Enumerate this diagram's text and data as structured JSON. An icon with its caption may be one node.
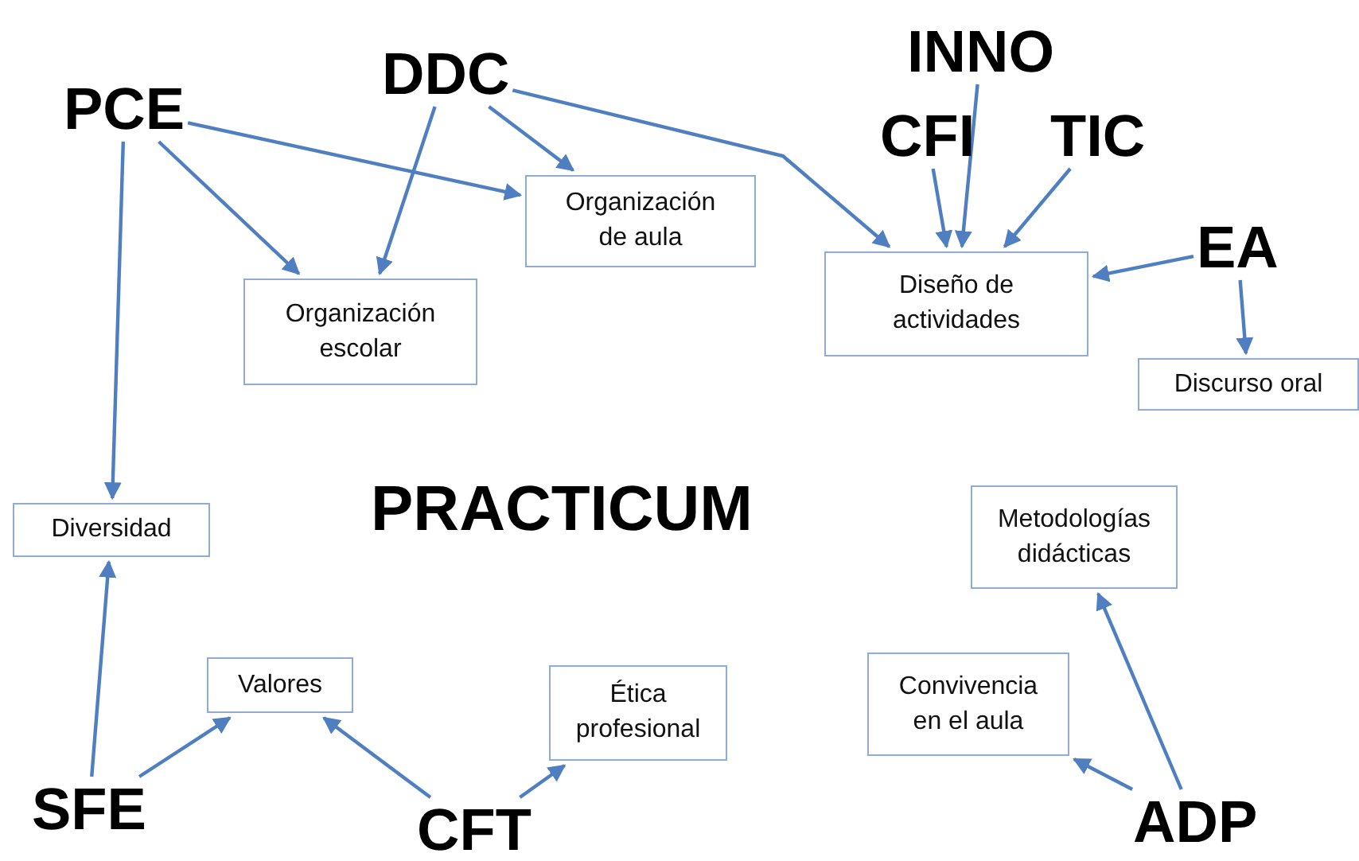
{
  "diagram": {
    "nodes": [
      {
        "text": [
          "PCE"
        ]
      },
      {
        "text": [
          "DDC"
        ]
      },
      {
        "text": [
          "INNO"
        ]
      },
      {
        "text": [
          "CFI"
        ]
      },
      {
        "text": [
          "TIC"
        ]
      },
      {
        "text": [
          "Organización de aula"
        ]
      },
      {
        "text": [
          "EA"
        ]
      },
      {
        "text": [
          "Organización escolar"
        ]
      },
      {
        "text": [
          "Diseño de actividades"
        ]
      },
      {
        "text": [
          "Discurso oral"
        ]
      },
      {
        "text": [
          "Diversidad"
        ]
      },
      {
        "text": [
          "Metodologías didácticas"
        ]
      },
      {
        "text": [
          "Valores"
        ]
      },
      {
        "text": [
          "Ética profesional"
        ]
      },
      {
        "text": [
          "Convivencia en el aula"
        ]
      },
      {
        "text": [
          "SFE"
        ]
      },
      {
        "text": [
          "CFT"
        ]
      },
      {
        "text": [
          "ADP"
        ]
      }
    ],
    "edges": [
      {
        "from": 0,
        "to": 5,
        "arrow": "to"
      },
      {
        "from": 0,
        "to": 7,
        "arrow": "to"
      },
      {
        "from": 0,
        "to": 10,
        "arrow": "to"
      },
      {
        "from": 1,
        "to": 5,
        "arrow": "to"
      },
      {
        "from": 1,
        "to": 7,
        "arrow": "to"
      },
      {
        "from": 1,
        "to": 8,
        "arrow": "to"
      },
      {
        "from": 3,
        "to": 8,
        "arrow": "to"
      },
      {
        "from": 2,
        "to": 8,
        "arrow": "to"
      },
      {
        "from": 4,
        "to": 8,
        "arrow": "to"
      },
      {
        "from": 6,
        "to": 8,
        "arrow": "to"
      },
      {
        "from": 6,
        "to": 9,
        "arrow": "to"
      },
      {
        "from": 15,
        "to": 10,
        "arrow": "to"
      },
      {
        "from": 15,
        "to": 12,
        "arrow": "to"
      },
      {
        "from": 16,
        "to": 12,
        "arrow": "to"
      },
      {
        "from": 16,
        "to": 13,
        "arrow": "to"
      },
      {
        "from": 17,
        "to": 14,
        "arrow": "to"
      },
      {
        "from": 17,
        "to": 11,
        "arrow": "to"
      }
    ],
    "labels": [
      "PRACTICUM"
    ]
  }
}
